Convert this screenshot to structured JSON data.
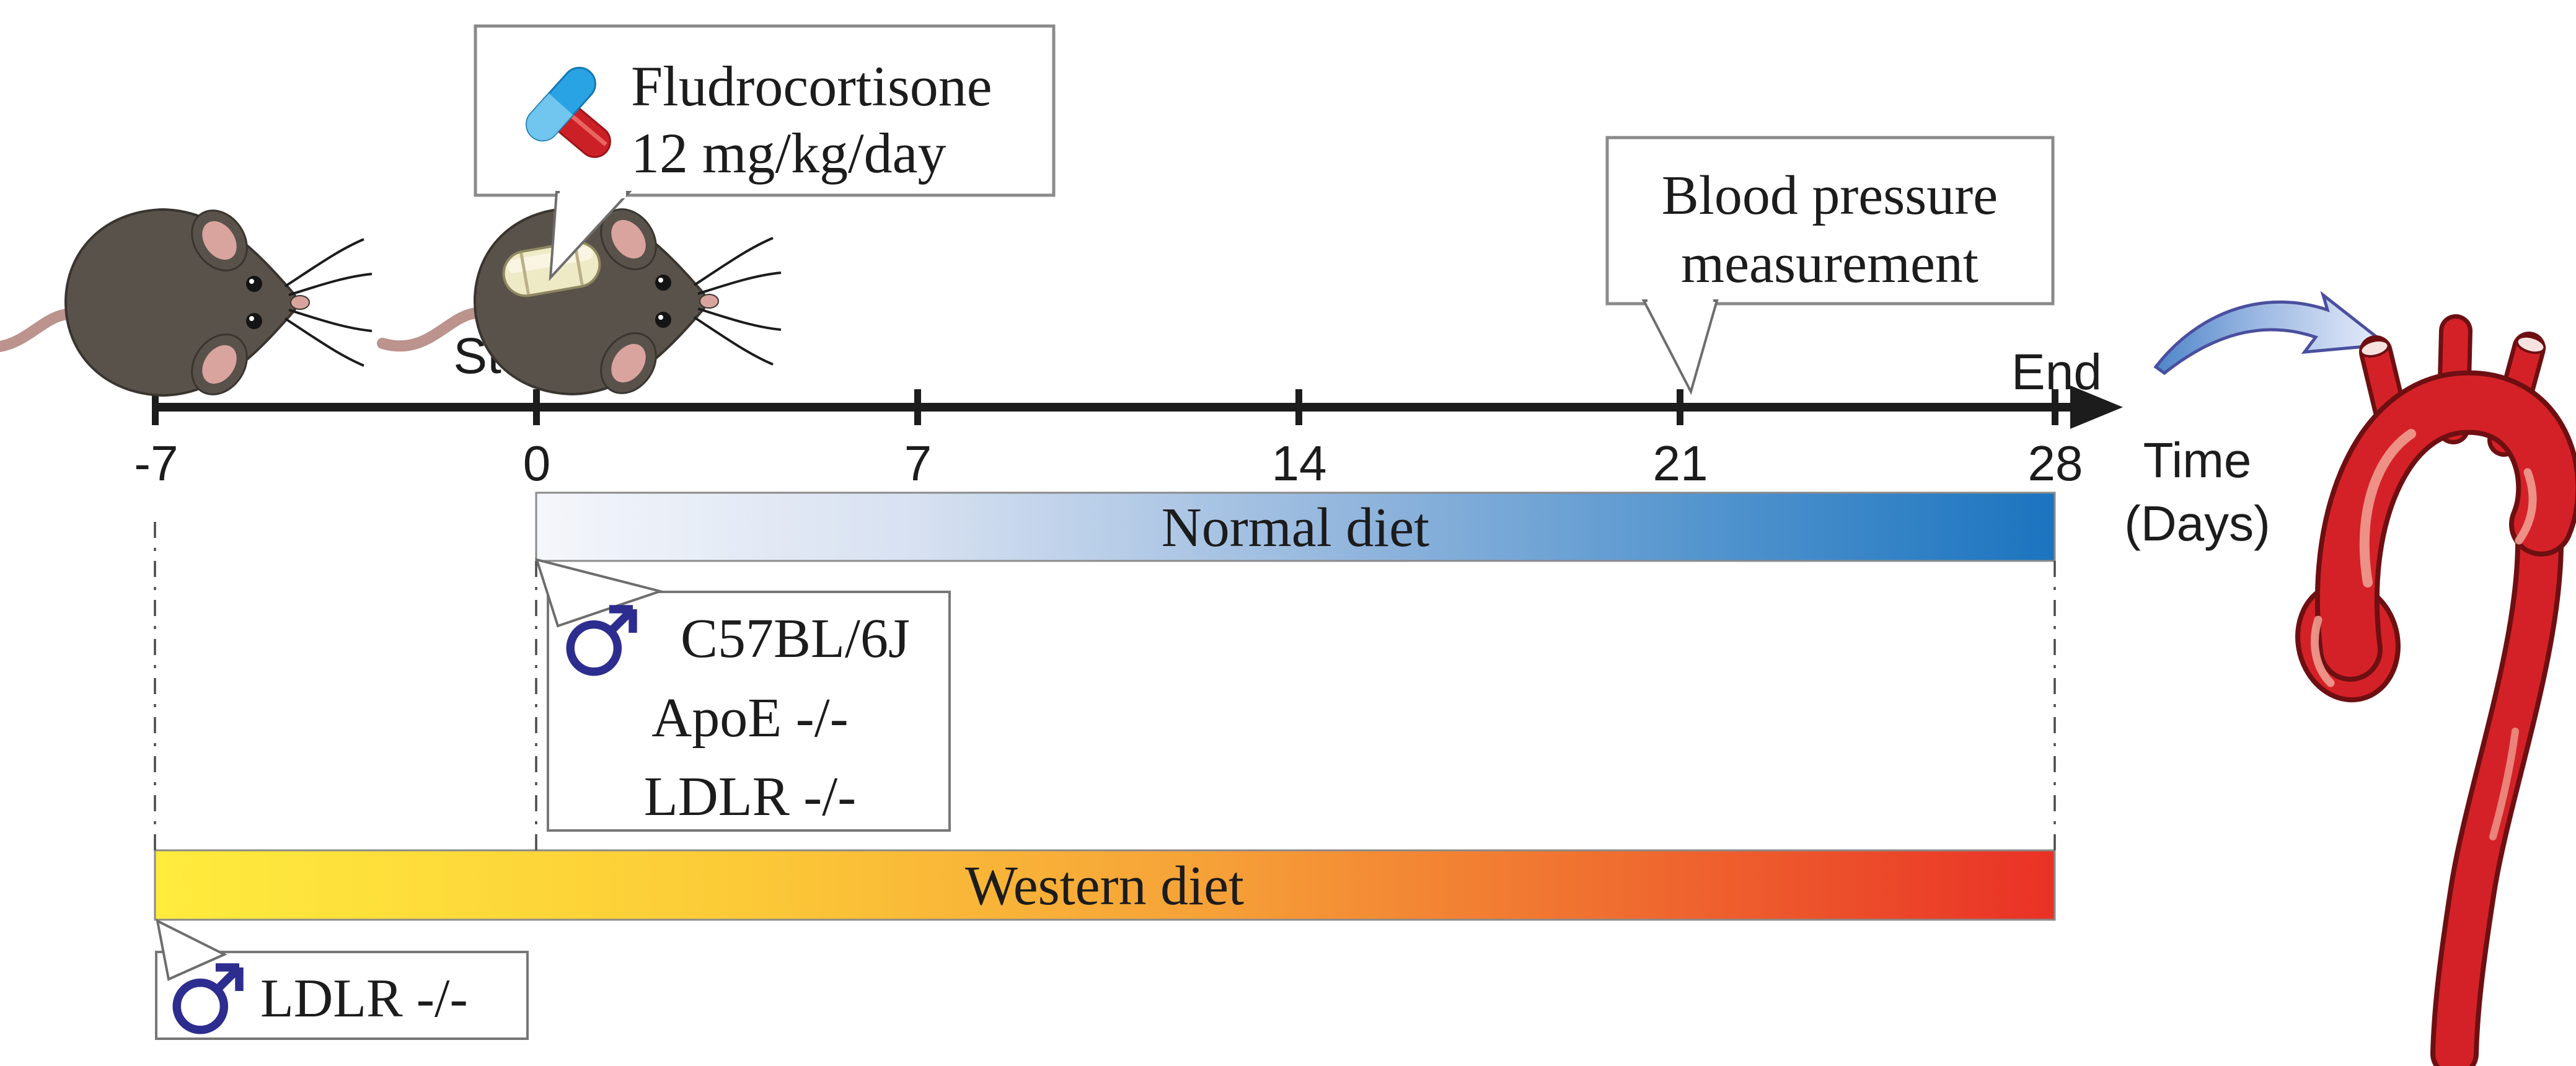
{
  "timeline": {
    "tick_labels": [
      "-7",
      "0",
      "7",
      "14",
      "21",
      "28"
    ],
    "axis_unit_line1": "Time",
    "axis_unit_line2": "(Days)",
    "start_label": "Start",
    "end_label": "End"
  },
  "diet_bars": {
    "normal": {
      "label": "Normal diet",
      "gradient_start": "#f3f6fb",
      "gradient_end": "#1b74bf"
    },
    "western": {
      "label": "Western diet",
      "gradient_start": "#ffec3d",
      "gradient_mid": "#f6a238",
      "gradient_end": "#e93126"
    }
  },
  "callouts": {
    "drug": {
      "line1": "Fludrocortisone",
      "line2": "12 mg/kg/day"
    },
    "blood_pressure": {
      "line1": "Blood pressure",
      "line2": "measurement"
    },
    "normal_diet_group": {
      "line1": "C57BL/6J",
      "line2": "ApoE -/-",
      "line3": "LDLR -/-"
    },
    "western_diet_group": {
      "line1": "LDLR -/-"
    }
  },
  "icons": {
    "pills": "crossed-capsules-icon",
    "male_symbol": "male-sign-icon",
    "mouse_plain": "mouse-icon",
    "mouse_implanted": "mouse-with-pellet-icon",
    "curved_arrow": "curved-arrow-icon",
    "aorta": "aorta-icon"
  },
  "colors": {
    "axis": "#1c1c1c",
    "male_symbol_blue": "#2d2d8f",
    "normal_diet_blue": "#1b74bf",
    "western_yellow": "#ffec3d",
    "western_red": "#e93126",
    "aorta_red": "#d42127",
    "arrow_blue": "#5b8cc9",
    "mouse_body": "#59524b",
    "mouse_pink": "#d9a49d"
  }
}
